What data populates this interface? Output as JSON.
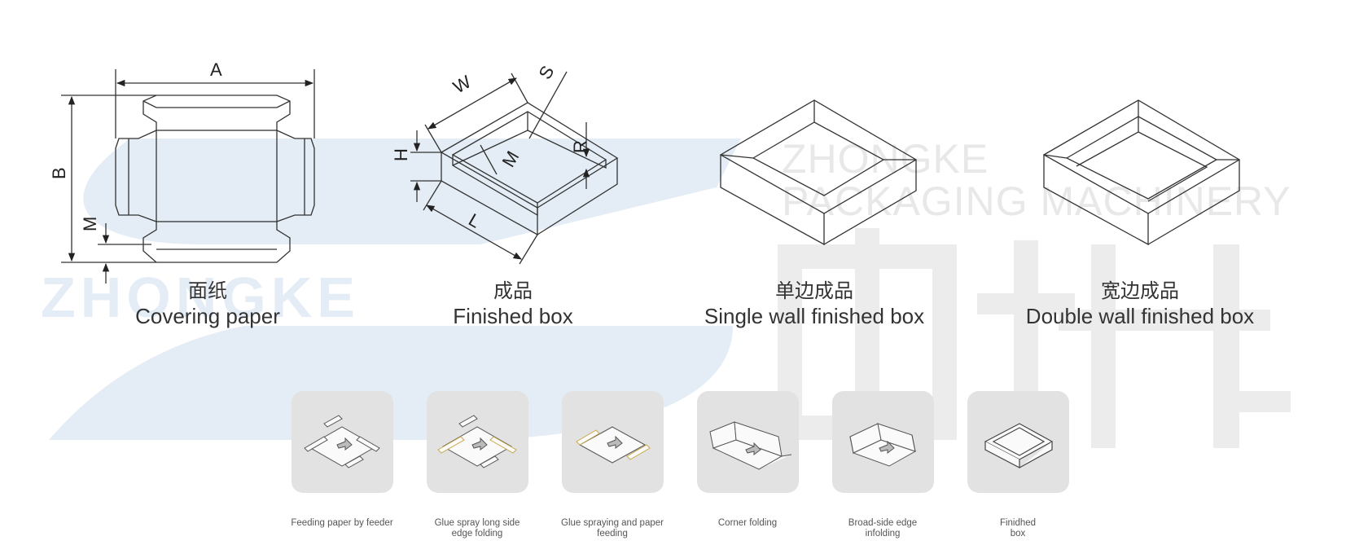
{
  "watermark": {
    "brand_line1": "ZHONGKE",
    "brand_line2": "PACKAGING MACHINERY",
    "logo_latin": "ZHONGKE",
    "logo_cn": "中科",
    "colors": {
      "logo_blue": "#e3ecf4",
      "logo_grey": "#ebebeb"
    }
  },
  "diagrams": [
    {
      "cn": "面纸",
      "en": "Covering paper",
      "dims": {
        "a": "A",
        "b": "B",
        "m": "M"
      }
    },
    {
      "cn": "成品",
      "en": "Finished box",
      "dims": {
        "w": "W",
        "s": "S",
        "h": "H",
        "m": "M",
        "r": "R",
        "l": "L"
      }
    },
    {
      "cn": "单边成品",
      "en": "Single wall finished box"
    },
    {
      "cn": "宽边成品",
      "en": "Double wall finished box"
    }
  ],
  "process_steps": [
    {
      "lines": [
        "Feeding paper by feeder"
      ],
      "icon": "flat-paper-icon"
    },
    {
      "lines": [
        "Glue spray long side",
        "edge folding"
      ],
      "icon": "glue-spray-icon"
    },
    {
      "lines": [
        "Glue spraying and paper",
        "feeding"
      ],
      "icon": "paper-feeding-icon"
    },
    {
      "lines": [
        "Corner folding"
      ],
      "icon": "corner-folding-icon"
    },
    {
      "lines": [
        "Broad-side edge",
        "infolding"
      ],
      "icon": "edge-infolding-icon"
    },
    {
      "lines": [
        "Finidhed",
        "box"
      ],
      "icon": "finished-box-icon"
    }
  ]
}
